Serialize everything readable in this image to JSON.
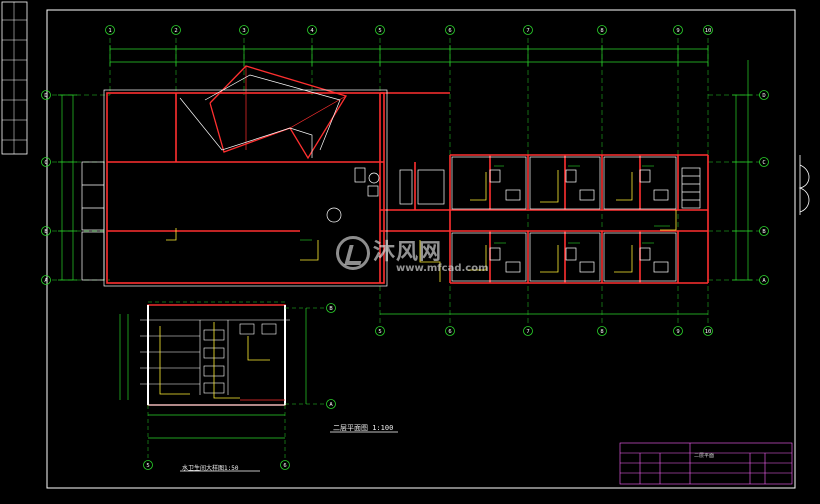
{
  "drawing": {
    "plan_title": "二层平面图   1:100",
    "detail_title": "水卫生间大样图1:50",
    "title_block_name": "二层平面",
    "watermark": "沐风网",
    "watermark_url": "www.mfcad.com"
  },
  "axes": {
    "top": [
      "1",
      "2",
      "3",
      "4",
      "5",
      "6",
      "7",
      "8",
      "9",
      "10"
    ],
    "bottom": [
      "5",
      "6",
      "7",
      "8",
      "9",
      "10"
    ],
    "left": [
      "D",
      "C",
      "B",
      "A"
    ],
    "right": [
      "D",
      "C",
      "B",
      "A"
    ],
    "detail_bottom": [
      "5",
      "6"
    ],
    "detail_right": [
      "B",
      "A"
    ]
  },
  "colors": {
    "background": "#000000",
    "walls": "#ff3030",
    "dimensions": "#2ad42a",
    "text": "#f2f2f2",
    "fixtures": "#ffffff",
    "pipes": "#ffee33",
    "frame": "#ff66ff"
  }
}
